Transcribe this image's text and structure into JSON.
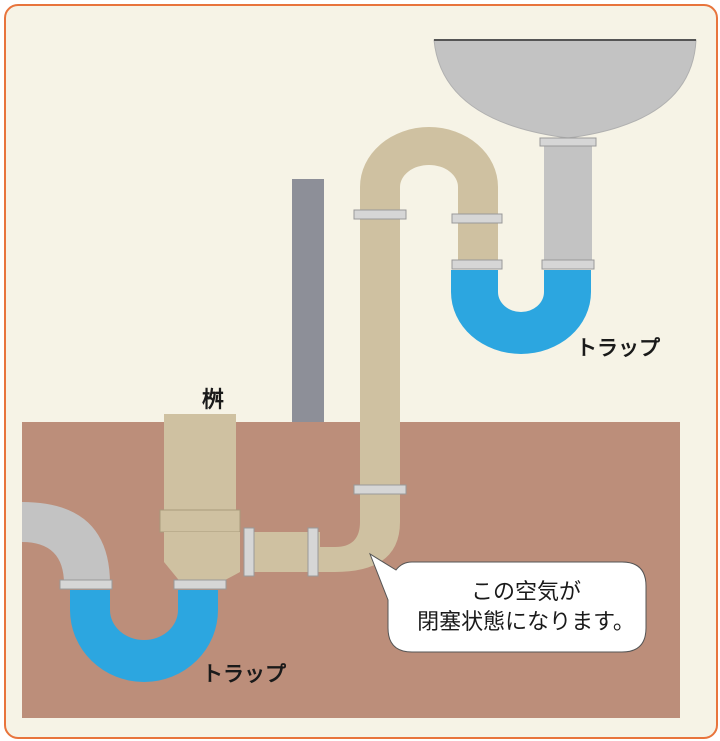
{
  "labels": {
    "masu": "桝",
    "trap_top": "トラップ",
    "trap_bottom": "トラップ"
  },
  "callout": {
    "line1": "この空気が",
    "line2": "閉塞状態になります。"
  },
  "colors": {
    "frame_border": "#e8743c",
    "background": "#f6f3e6",
    "ground": "#bc8e7a",
    "pipe_beige": "#cfc1a1",
    "pipe_gray": "#c3c3c3",
    "water": "#2ca6e0",
    "vent_pipe": "#8d8f98"
  }
}
